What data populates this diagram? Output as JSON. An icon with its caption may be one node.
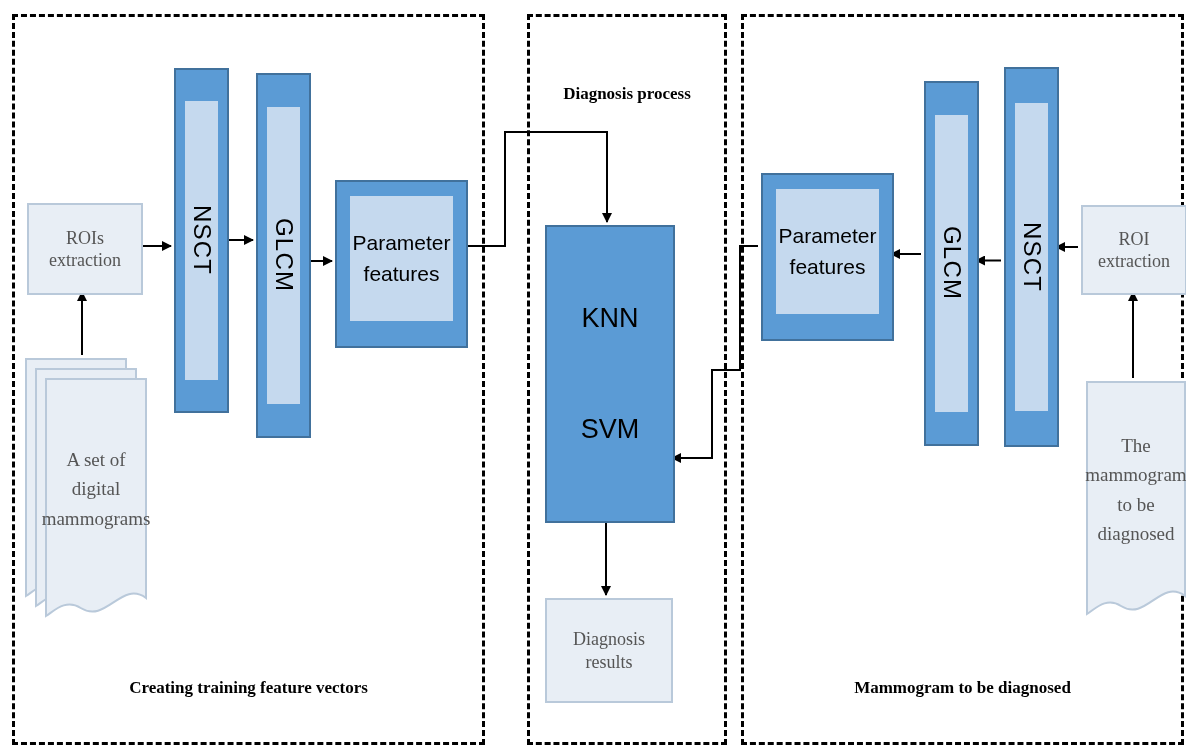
{
  "diagram": {
    "nodes": [
      {
        "text": [
          "Creating training feature vectors"
        ]
      },
      {
        "text": [
          "Diagnosis process"
        ]
      },
      {
        "text": [
          "Mammogram to be diagnosed"
        ]
      },
      {
        "text": [
          "ROIs extraction"
        ],
        "in": 0
      },
      {
        "text": [
          "NSCT"
        ],
        "in": 0
      },
      {
        "text": [
          "GLCM"
        ],
        "in": 0
      },
      {
        "text": [
          "Parameter features"
        ],
        "in": 0
      },
      {
        "text": [
          "A set of digital mammograms"
        ],
        "in": 0
      },
      {
        "text": [
          "KNN",
          "SVM"
        ],
        "in": 1
      },
      {
        "text": [
          "Diagnosis results"
        ],
        "in": 1
      },
      {
        "text": [
          "Parameter features"
        ],
        "in": 2
      },
      {
        "text": [
          "GLCM"
        ],
        "in": 2
      },
      {
        "text": [
          "NSCT"
        ],
        "in": 2
      },
      {
        "text": [
          "ROI extraction"
        ],
        "in": 2
      },
      {
        "text": [
          "The mammogram to be diagnosed"
        ],
        "in": 2
      }
    ],
    "edges": [
      {
        "from": 7,
        "to": 3,
        "arrow": "to"
      },
      {
        "from": 3,
        "to": 4,
        "arrow": "to"
      },
      {
        "from": 4,
        "to": 5,
        "arrow": "to"
      },
      {
        "from": 5,
        "to": 6,
        "arrow": "to"
      },
      {
        "from": 6,
        "to": 8,
        "arrow": "to"
      },
      {
        "from": 13,
        "to": 12,
        "arrow": "to"
      },
      {
        "from": 12,
        "to": 11,
        "arrow": "to"
      },
      {
        "from": 11,
        "to": 10,
        "arrow": "to"
      },
      {
        "from": 10,
        "to": 8,
        "arrow": "to"
      },
      {
        "from": 8,
        "to": 9,
        "arrow": "to"
      },
      {
        "from": 14,
        "to": 13,
        "arrow": "to"
      }
    ]
  }
}
